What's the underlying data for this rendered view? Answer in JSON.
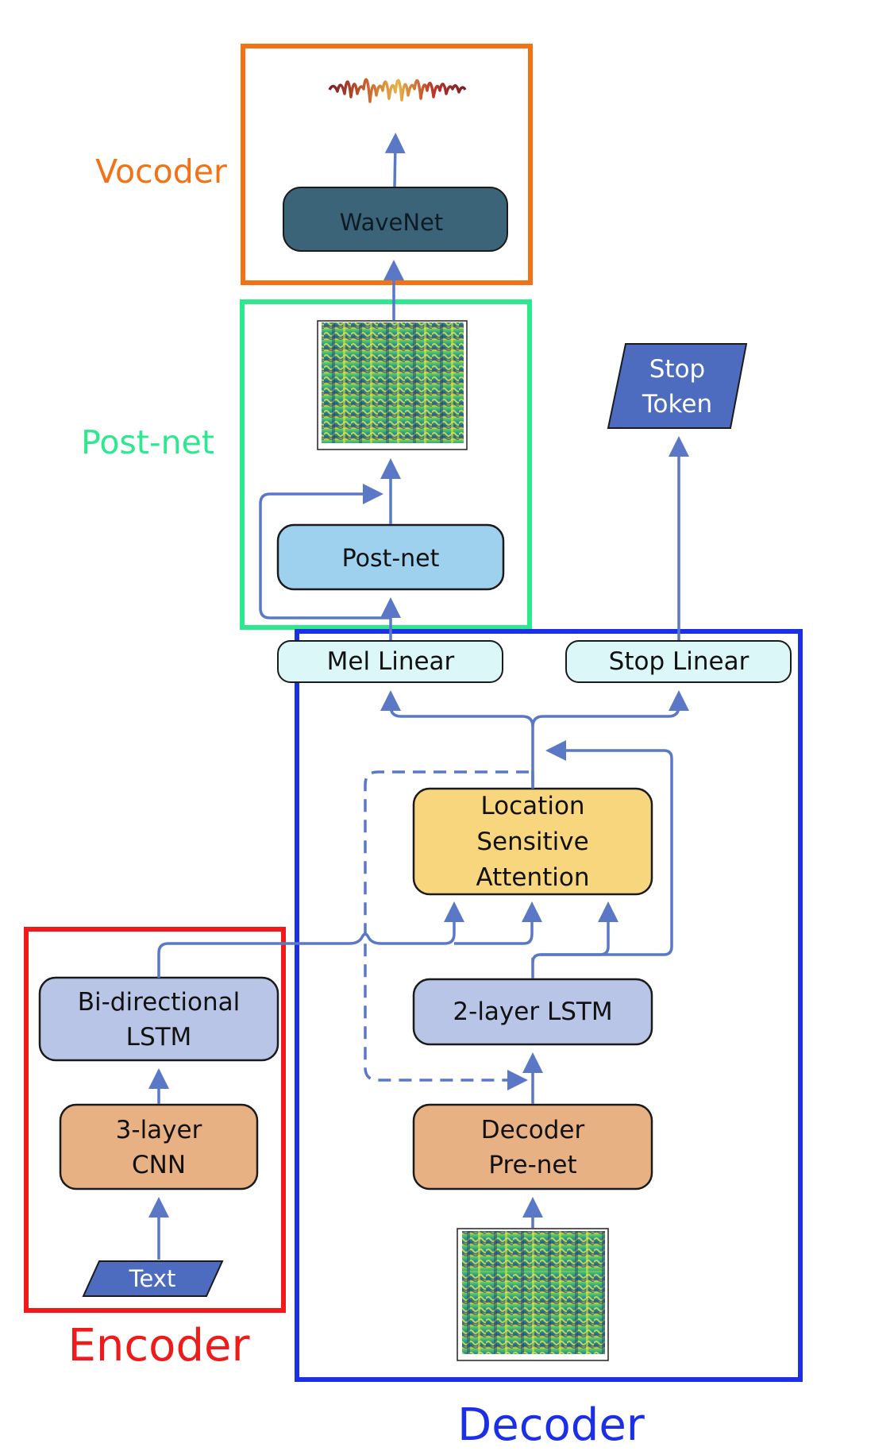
{
  "sections": {
    "vocoder": "Vocoder",
    "postnet": "Post-net",
    "encoder": "Encoder",
    "decoder": "Decoder"
  },
  "blocks": {
    "wavenet": "WaveNet",
    "postnet": "Post-net",
    "stop_token_line1": "Stop",
    "stop_token_line2": "Token",
    "mel_linear": "Mel Linear",
    "stop_linear": "Stop Linear",
    "attention_line1": "Location",
    "attention_line2": "Sensitive",
    "attention_line3": "Attention",
    "bilstm_line1": "Bi-directional",
    "bilstm_line2": "LSTM",
    "lstm2": "2-layer LSTM",
    "cnn_line1": "3-layer",
    "cnn_line2": "CNN",
    "prenet_line1": "Decoder",
    "prenet_line2": "Pre-net",
    "text_input": "Text"
  },
  "colors": {
    "vocoder": "#f47216",
    "postnet": "#2de88f",
    "encoder": "#f01a1a",
    "decoder": "#1b2ee8",
    "arrow": "#5a78c6",
    "wavenet_fill": "#3b6478",
    "postnet_fill": "#9dd1ee",
    "linear_fill": "#dcf7f7",
    "attention_fill": "#f7d67e",
    "lstm_fill": "#b8c5e6",
    "orange_fill": "#e8b184",
    "parallelogram_fill": "#4d6cbf"
  }
}
